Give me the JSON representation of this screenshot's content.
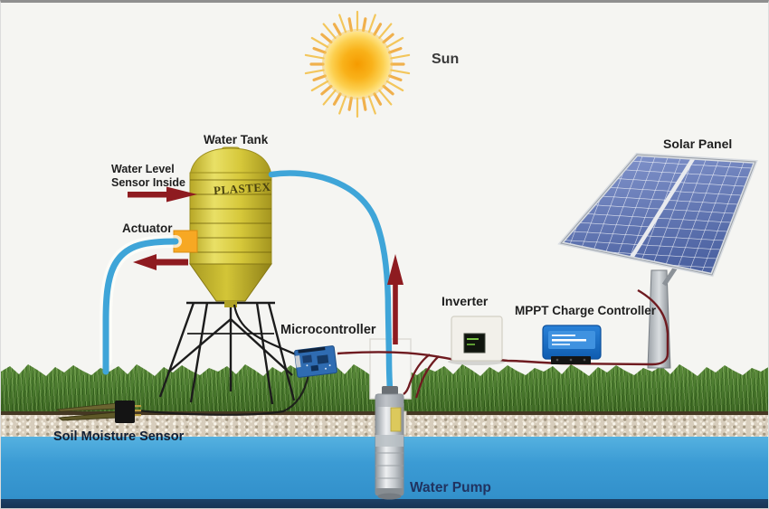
{
  "labels": {
    "sun": "Sun",
    "water_tank": "Water Tank",
    "tank_brand": "PLASTEX",
    "water_level_sensor": "Water Level Sensor Inside",
    "actuator": "Actuator",
    "solar_panel": "Solar Panel",
    "inverter": "Inverter",
    "mppt": "MPPT Charge Controller",
    "microcontroller": "Microcontroller",
    "water_pump": "Water Pump",
    "soil_moisture_sensor": "Soil Moisture Sensor"
  },
  "colors": {
    "background": "#f5f5f2",
    "sun_core": "#f59e00",
    "sun_edge": "#ffe070",
    "tank_yellow": "#d9ca3c",
    "pipe_blue": "#3fa5d8",
    "arrow_red": "#8e1b20",
    "wire_red": "#6f1b20",
    "wire_black": "#191919",
    "panel_cell_blue": "#6d83c5",
    "mppt_blue": "#1a6fc4",
    "grass_green": "#4a7a2e",
    "water_blue": "#3b9bd4",
    "label_navy": "#203360"
  }
}
